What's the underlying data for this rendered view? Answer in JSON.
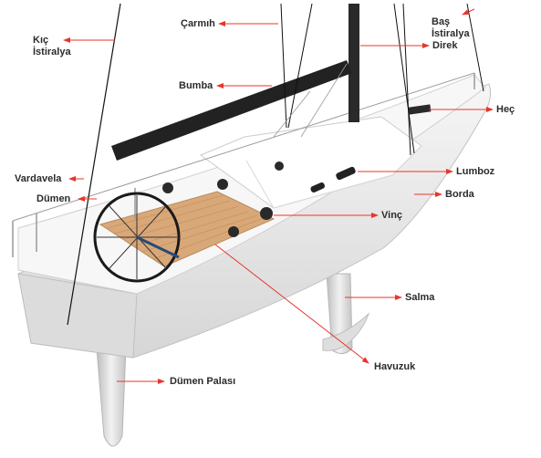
{
  "labels": {
    "kic_istiralya": "Kıç\nİstiralya",
    "carmih": "Çarmıh",
    "bas_istiralya": "Baş\nİstiralya",
    "direk": "Direk",
    "bumba": "Bumba",
    "hec": "Heç",
    "vardavela": "Vardavela",
    "dumen": "Dümen",
    "lumboz": "Lumboz",
    "borda": "Borda",
    "vinc": "Vinç",
    "salma": "Salma",
    "havuzuk": "Havuzuk",
    "dumen_palasi": "Dümen Palası"
  },
  "colors": {
    "arrow": "#e8352b",
    "hull": "#efefef",
    "hull_shadow": "#cfcfcf",
    "boom": "#222222",
    "deck_wood": "#d9a878",
    "rope": "#111111",
    "text": "#2b2b2b"
  }
}
